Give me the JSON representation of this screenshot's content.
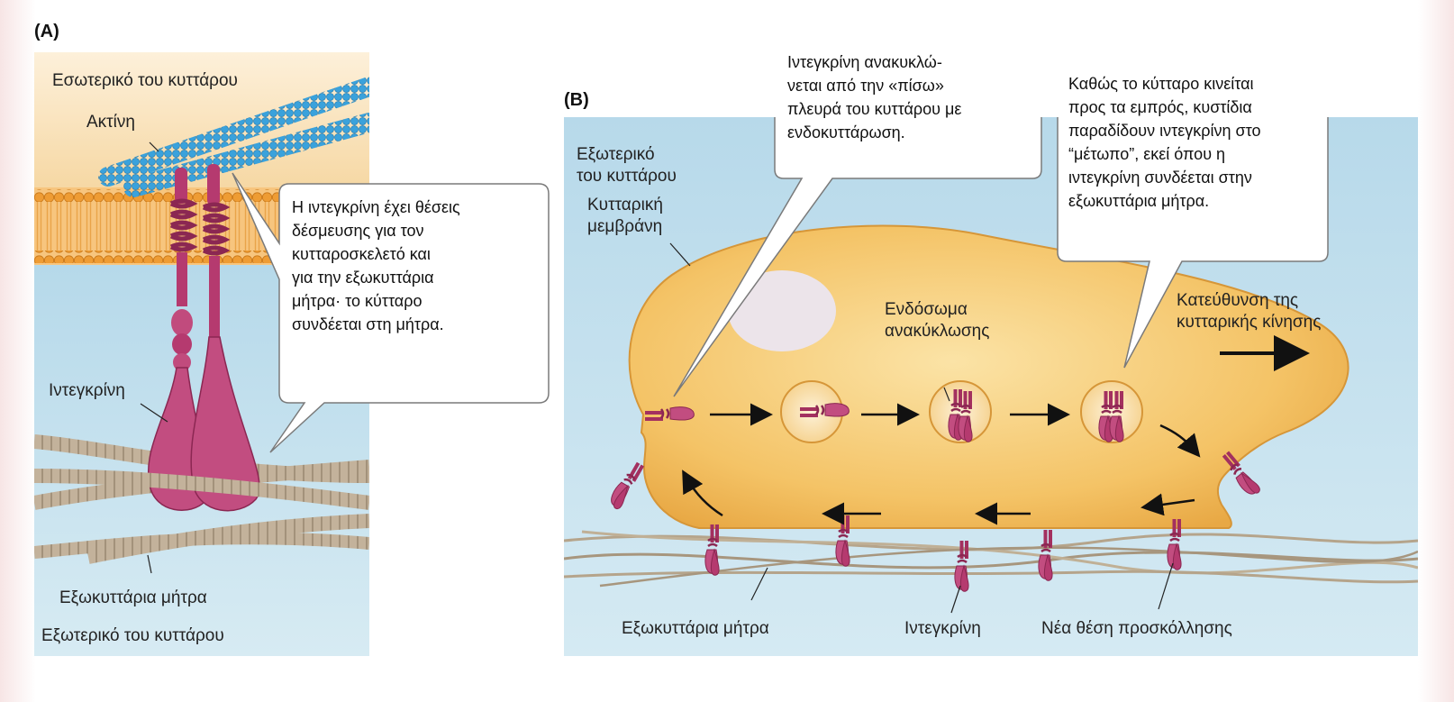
{
  "panel_a": {
    "tag": "(A)",
    "interior": "Εσωτερικό του κυττάρου",
    "actin": "Ακτίνη",
    "integrin": "Ιντεγκρίνη",
    "ecm": "Εξωκυττάρια μήτρα",
    "exterior": "Εξωτερικό του κυττάρου",
    "callout": "Η ιντεγκρίνη έχει θέσεις\nδέσμευσης για τον\nκυτταροσκελετό και\nγια την εξωκυττάρια\nμήτρα· το κύτταρο\nσυνδέεται στη μήτρα."
  },
  "panel_b": {
    "tag": "(B)",
    "exterior": "Εξωτερικό\nτου κυττάρου",
    "membrane": "Κυτταρική\nμεμβράνη",
    "callout_left": "Ιντεγκρίνη ανακυκλώ-\nνεται από την «πίσω»\nπλευρά του κυττάρου με\nενδοκυττάρωση.",
    "callout_right": "Καθώς το κύτταρο κινείται\nπρος τα εμπρός, κυστίδια\nπαραδίδουν ιντεγκρίνη στο\n“μέτωπο”, εκεί όπου η\nιντεγκρίνη συνδέεται στην\nεξωκυττάρια μήτρα.",
    "endosome": "Ενδόσωμα\nανακύκλωσης",
    "direction": "Κατεύθυνση της\nκυτταρικής κίνησης",
    "ecm": "Εξωκυττάρια μήτρα",
    "integrin": "Ιντεγκρίνη",
    "new_site": "Νέα θέση προσκόλλησης"
  },
  "colors": {
    "interior": "#fbe6c4",
    "membrane_lipid": "#f0a23c",
    "exterior": "#c9e3ef",
    "actin": "#3a9fd8",
    "integrin": "#b23a6e",
    "fiber": "#b8a58e",
    "cell": "#f6c76a",
    "nucleus": "#ece4ea"
  }
}
